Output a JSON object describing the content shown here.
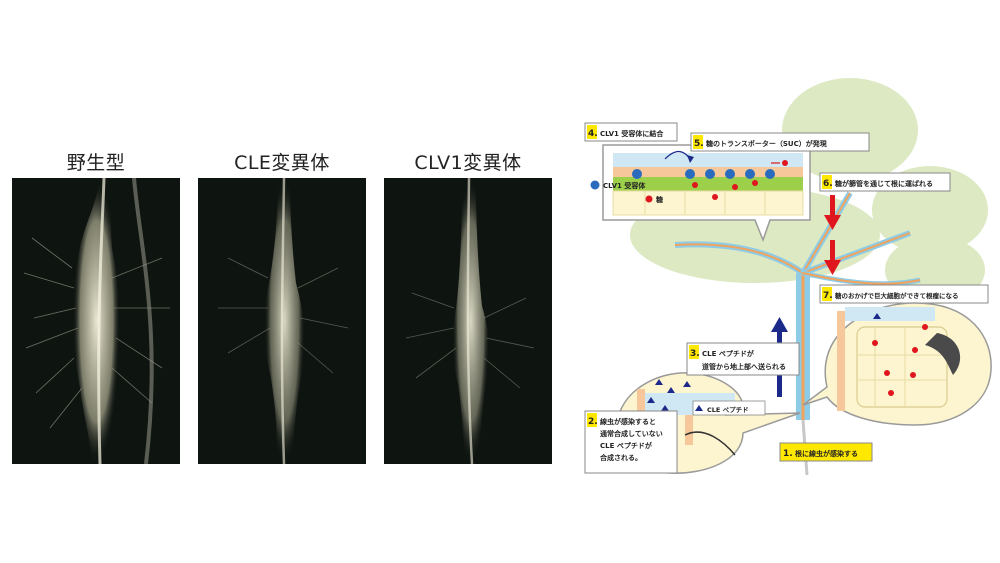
{
  "photos": [
    {
      "label": "野生型"
    },
    {
      "label": "CLE変異体"
    },
    {
      "label": "CLV1変異体"
    }
  ],
  "diagram": {
    "steps": [
      {
        "num": "1.",
        "text": "根に線虫が感染する"
      },
      {
        "num": "2.",
        "lines": [
          "線虫が感染すると",
          "通常合成していない",
          "CLE ペプチドが",
          "合成される。"
        ]
      },
      {
        "num": "3.",
        "lines": [
          "CLE ペプチドが",
          "道管から地上部へ送られる"
        ]
      },
      {
        "num": "4.",
        "text": "CLV1 受容体に結合"
      },
      {
        "num": "5.",
        "text": "糖のトランスポーター（SUC）が発現"
      },
      {
        "num": "6.",
        "text": "糖が篩管を通じて根に運ばれる"
      },
      {
        "num": "7.",
        "text": "糖のおかげで巨大細胞ができて根瘤になる"
      }
    ],
    "legend": {
      "receptor": "CLV1 受容体",
      "sugar": "糖",
      "peptide": "CLE ペプチド"
    }
  },
  "colors": {
    "leaf": "#dde9c2",
    "xylem": "#8ecbe6",
    "phloem": "#f0a35c",
    "callout_fill": "#fdf5cf",
    "step_badge": "#ffe800",
    "arrow_up": "#1b2a8a",
    "arrow_down": "#e0161e",
    "sugar": "#e0161e",
    "receptor": "#2b6bbd"
  }
}
